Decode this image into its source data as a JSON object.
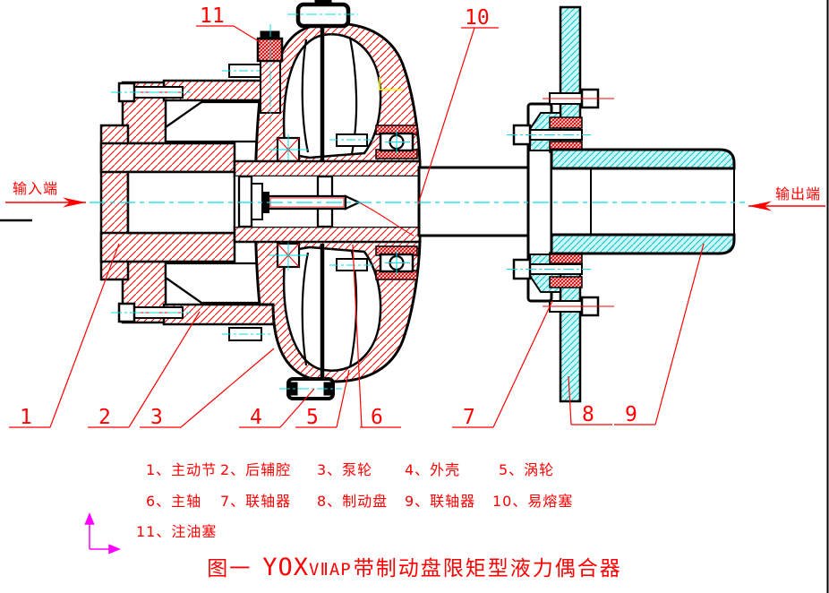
{
  "drawing": {
    "input_label": "输入端",
    "output_label": "输出端",
    "callouts": [
      "1",
      "2",
      "3",
      "4",
      "5",
      "6",
      "7",
      "8",
      "9",
      "10",
      "11"
    ]
  },
  "legend": {
    "items": [
      "1、主动节",
      "2、后辅腔",
      "3、泵轮",
      "4、外壳",
      "5、涡轮",
      "6、主轴",
      "7、联轴器",
      "8、制动盘",
      "9、联轴器",
      "10、易熔塞",
      "11、注油塞"
    ]
  },
  "title": {
    "figure": "图一",
    "model": "YOX",
    "variant": "VⅡAP",
    "name": "带制动盘限矩型液力偶合器"
  },
  "colors": {
    "callout_red": "#ff0000",
    "centerline_cyan": "#00e0e8",
    "section_cyan_fill": "#cdf6f6",
    "section_cyan_line": "#00c3cc",
    "axes_magenta": "#ff00ff",
    "outline_black": "#000000",
    "highlight_yellow": "#ffff00"
  }
}
